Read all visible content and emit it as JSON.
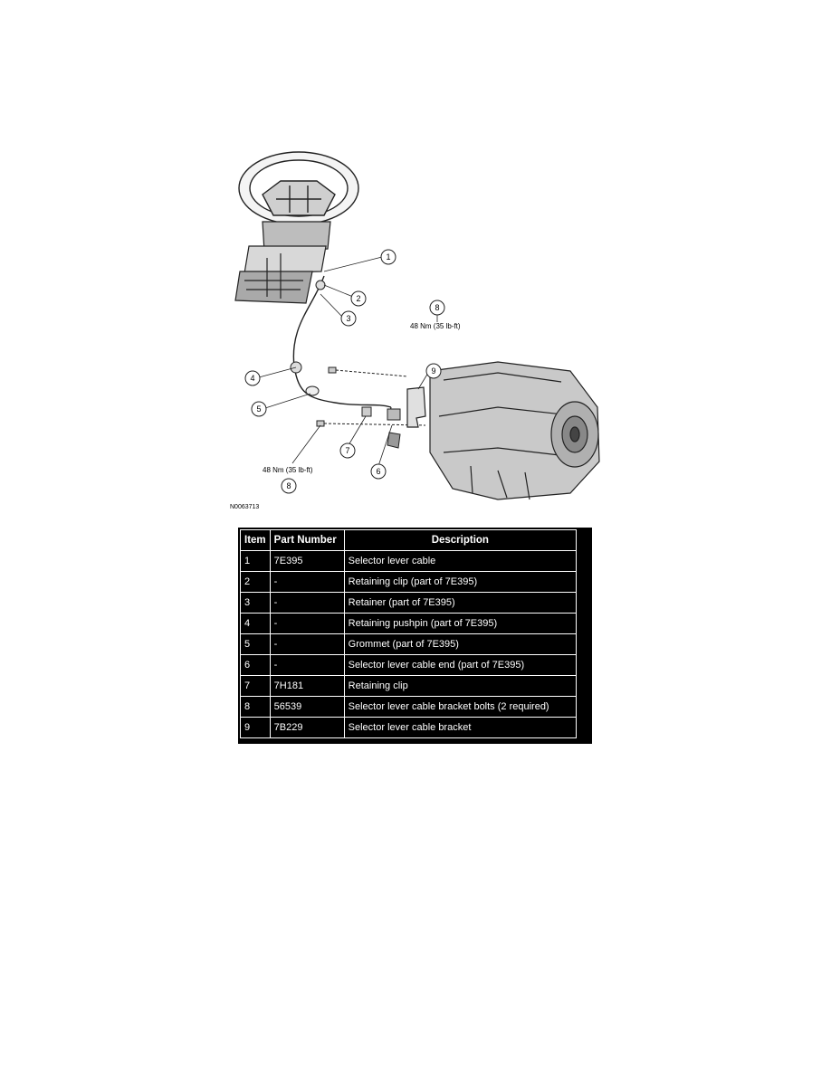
{
  "figure": {
    "id": "N0063713",
    "callouts": [
      "1",
      "2",
      "3",
      "4",
      "5",
      "6",
      "7",
      "8",
      "8",
      "9"
    ],
    "torque_top": "48 Nm (35 lb-ft)",
    "torque_bottom": "48 Nm (35 lb-ft)"
  },
  "table": {
    "headers": [
      "Item",
      "Part Number",
      "Description"
    ],
    "rows": [
      [
        "1",
        "7E395",
        "Selector lever cable"
      ],
      [
        "2",
        "-",
        "Retaining clip (part of 7E395)"
      ],
      [
        "3",
        "-",
        "Retainer (part of 7E395)"
      ],
      [
        "4",
        "-",
        "Retaining pushpin (part of 7E395)"
      ],
      [
        "5",
        "-",
        "Grommet (part of 7E395)"
      ],
      [
        "6",
        "-",
        "Selector lever cable end (part of 7E395)"
      ],
      [
        "7",
        "7H181",
        "Retaining clip"
      ],
      [
        "8",
        "56539",
        "Selector lever cable bracket bolts (2 required)"
      ],
      [
        "9",
        "7B229",
        "Selector lever cable bracket"
      ]
    ]
  }
}
